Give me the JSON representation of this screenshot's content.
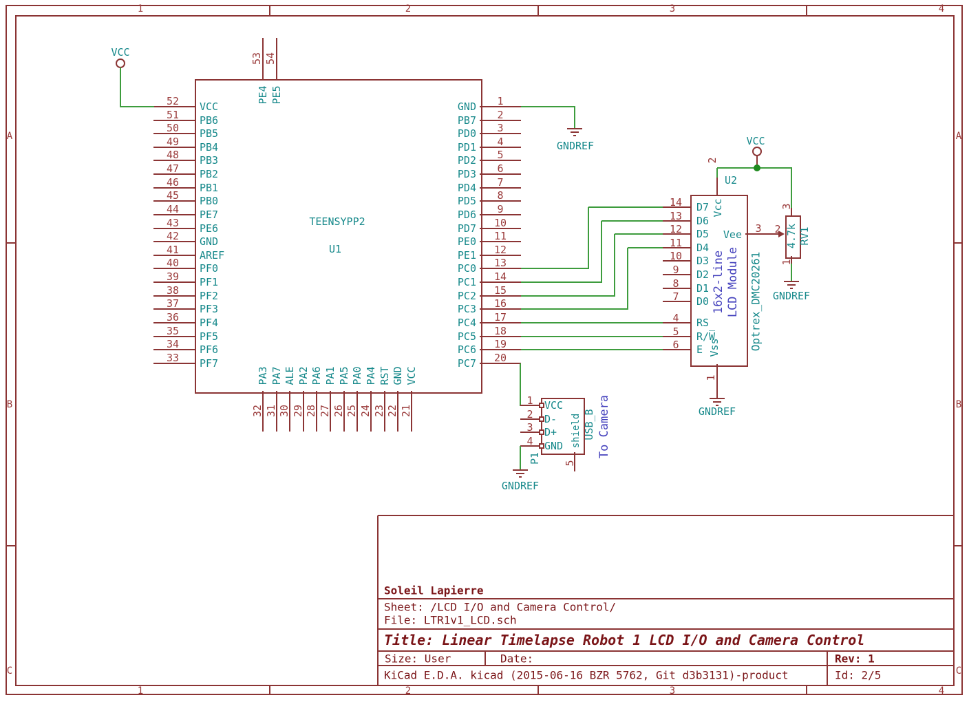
{
  "colors": {
    "line": "#8b3434",
    "num": "#9a3a3a",
    "text": "#7a1417",
    "teal": "#17898b",
    "wire": "#3d9c3d",
    "junction": "#1f8a1f",
    "blue": "#4542bd"
  },
  "frame": {
    "cols": [
      "1",
      "2",
      "3",
      "4"
    ],
    "rows": [
      "A",
      "B",
      "C"
    ]
  },
  "net_labels": {
    "vcc": "VCC",
    "gnd": "GNDREF"
  },
  "u1": {
    "ref": "U1",
    "value": "TEENSYPP2",
    "left_pins": [
      {
        "num": "52",
        "name": "VCC"
      },
      {
        "num": "51",
        "name": "PB6"
      },
      {
        "num": "50",
        "name": "PB5"
      },
      {
        "num": "49",
        "name": "PB4"
      },
      {
        "num": "48",
        "name": "PB3"
      },
      {
        "num": "47",
        "name": "PB2"
      },
      {
        "num": "46",
        "name": "PB1"
      },
      {
        "num": "45",
        "name": "PB0"
      },
      {
        "num": "44",
        "name": "PE7"
      },
      {
        "num": "43",
        "name": "PE6"
      },
      {
        "num": "42",
        "name": "GND"
      },
      {
        "num": "41",
        "name": "AREF"
      },
      {
        "num": "40",
        "name": "PF0"
      },
      {
        "num": "39",
        "name": "PF1"
      },
      {
        "num": "38",
        "name": "PF2"
      },
      {
        "num": "37",
        "name": "PF3"
      },
      {
        "num": "36",
        "name": "PF4"
      },
      {
        "num": "35",
        "name": "PF5"
      },
      {
        "num": "34",
        "name": "PF6"
      },
      {
        "num": "33",
        "name": "PF7"
      }
    ],
    "right_pins": [
      {
        "num": "1",
        "name": "GND"
      },
      {
        "num": "2",
        "name": "PB7"
      },
      {
        "num": "3",
        "name": "PD0"
      },
      {
        "num": "4",
        "name": "PD1"
      },
      {
        "num": "5",
        "name": "PD2"
      },
      {
        "num": "6",
        "name": "PD3"
      },
      {
        "num": "7",
        "name": "PD4"
      },
      {
        "num": "8",
        "name": "PD5"
      },
      {
        "num": "9",
        "name": "PD6"
      },
      {
        "num": "10",
        "name": "PD7"
      },
      {
        "num": "11",
        "name": "PE0"
      },
      {
        "num": "12",
        "name": "PE1"
      },
      {
        "num": "13",
        "name": "PC0"
      },
      {
        "num": "14",
        "name": "PC1"
      },
      {
        "num": "15",
        "name": "PC2"
      },
      {
        "num": "16",
        "name": "PC3"
      },
      {
        "num": "17",
        "name": "PC4"
      },
      {
        "num": "18",
        "name": "PC5"
      },
      {
        "num": "19",
        "name": "PC6"
      },
      {
        "num": "20",
        "name": "PC7"
      }
    ],
    "bottom_pins": [
      {
        "num": "32",
        "name": "PA3"
      },
      {
        "num": "31",
        "name": "PA7"
      },
      {
        "num": "30",
        "name": "ALE"
      },
      {
        "num": "29",
        "name": "PA2"
      },
      {
        "num": "28",
        "name": "PA6"
      },
      {
        "num": "27",
        "name": "PA1"
      },
      {
        "num": "26",
        "name": "PA5"
      },
      {
        "num": "25",
        "name": "PA0"
      },
      {
        "num": "24",
        "name": "PA4"
      },
      {
        "num": "23",
        "name": "RST"
      },
      {
        "num": "22",
        "name": "GND"
      },
      {
        "num": "21",
        "name": "VCC"
      }
    ],
    "top_pins": [
      {
        "num": "53",
        "name": "PE4"
      },
      {
        "num": "54",
        "name": "PE5"
      }
    ]
  },
  "u2": {
    "ref": "U2",
    "value": "Optrex_DMC20261",
    "note1": "16x2-line",
    "note2": "LCD Module",
    "left_pins": [
      {
        "num": "14",
        "name": "D7"
      },
      {
        "num": "13",
        "name": "D6"
      },
      {
        "num": "12",
        "name": "D5"
      },
      {
        "num": "11",
        "name": "D4"
      },
      {
        "num": "10",
        "name": "D3"
      },
      {
        "num": "9",
        "name": "D2"
      },
      {
        "num": "8",
        "name": "D1"
      },
      {
        "num": "7",
        "name": "D0"
      },
      {
        "num": "4",
        "name": "RS"
      },
      {
        "num": "5",
        "name": "R/W̅"
      },
      {
        "num": "6",
        "name": "E"
      }
    ],
    "top_pin": {
      "num": "2",
      "name": "Vcc"
    },
    "right_pin": {
      "num": "3",
      "name": "Vee"
    },
    "bottom_pin": {
      "num": "1",
      "name": "Vss"
    }
  },
  "rv1": {
    "ref": "RV1",
    "value": "4.7k",
    "pin_top": "3",
    "pin_wiper": "2",
    "pin_bottom": "1"
  },
  "p1": {
    "ref": "P1",
    "value": "USB_B",
    "note": "To Camera",
    "left_pins": [
      {
        "num": "1",
        "name": "VCC"
      },
      {
        "num": "2",
        "name": "D-"
      },
      {
        "num": "3",
        "name": "D+"
      },
      {
        "num": "4",
        "name": "GND"
      }
    ],
    "bottom_pin": {
      "num": "5",
      "name": "shield"
    }
  },
  "title_block": {
    "author": "Soleil Lapierre",
    "sheet": "Sheet: /LCD I/O and Camera Control/",
    "file": "File: LTR1v1_LCD.sch",
    "title": "Title: Linear Timelapse Robot 1 LCD I/O and Camera Control",
    "size": "Size: User",
    "date": "Date:",
    "rev": "Rev: 1",
    "generator": "KiCad E.D.A.  kicad (2015-06-16 BZR 5762, Git d3b3131)-product",
    "id": "Id: 2/5"
  }
}
